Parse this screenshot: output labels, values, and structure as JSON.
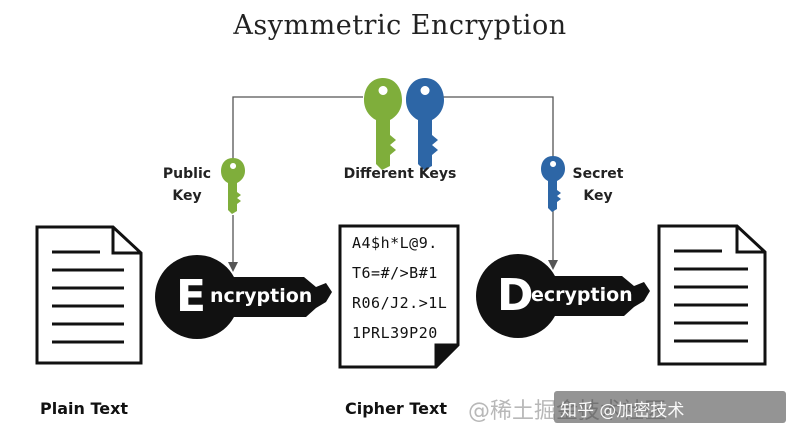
{
  "title": "Asymmetric Encryption",
  "labels": {
    "public_key": [
      "Public",
      "Key"
    ],
    "secret_key": [
      "Secret",
      "Key"
    ],
    "different_keys": "Different Keys",
    "encryption_initial": "E",
    "encryption_rest": "ncryption",
    "decryption_initial": "D",
    "decryption_rest": "ecryption",
    "plain_text": "Plain Text",
    "cipher_text": "Cipher Text"
  },
  "cipher_lines": [
    "A4$h*L@9.",
    "T6=#/>B#1",
    "R06/J2.>1L",
    "1PRL39P20"
  ],
  "watermark": {
    "cn": "@稀土掘金技术社区",
    "overlay": "知乎 @加密技术"
  },
  "colors": {
    "public_key": "#7fae3b",
    "secret_key": "#2d66a6",
    "banner": "#111111",
    "line": "#555555"
  }
}
